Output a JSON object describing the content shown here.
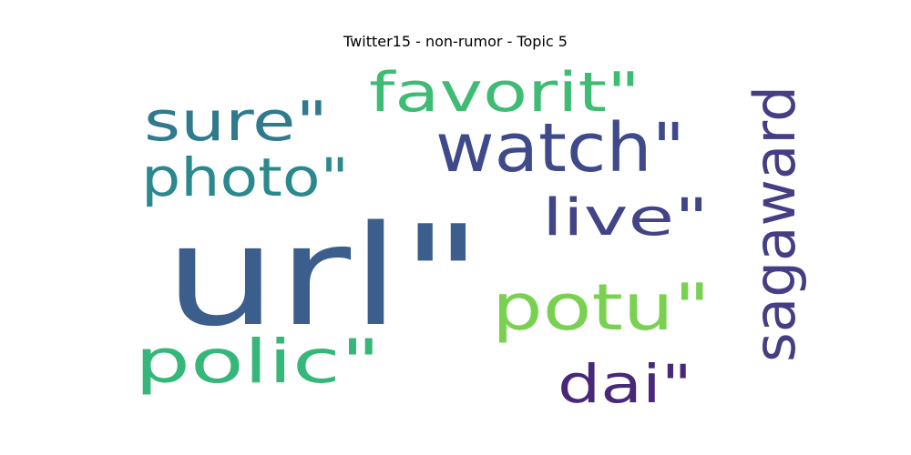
{
  "title": "Twitter15 - non-rumor - Topic 5",
  "words": [
    {
      "text": "url\"",
      "color": "#3b5e8d",
      "orientation": "horizontal"
    },
    {
      "text": "watch\"",
      "color": "#3e4a89",
      "orientation": "horizontal"
    },
    {
      "text": "potu\"",
      "color": "#7ad151",
      "orientation": "horizontal"
    },
    {
      "text": "sagaward",
      "color": "#463e84",
      "orientation": "vertical"
    },
    {
      "text": "favorit\"",
      "color": "#3fbc73",
      "orientation": "horizontal"
    },
    {
      "text": "polic\"",
      "color": "#35b779",
      "orientation": "horizontal"
    },
    {
      "text": "sure\"",
      "color": "#2f7a8c",
      "orientation": "horizontal"
    },
    {
      "text": "photo\"",
      "color": "#2a888e",
      "orientation": "horizontal"
    },
    {
      "text": "live\"",
      "color": "#414487",
      "orientation": "horizontal"
    },
    {
      "text": "dai\"",
      "color": "#482878",
      "orientation": "horizontal"
    }
  ]
}
